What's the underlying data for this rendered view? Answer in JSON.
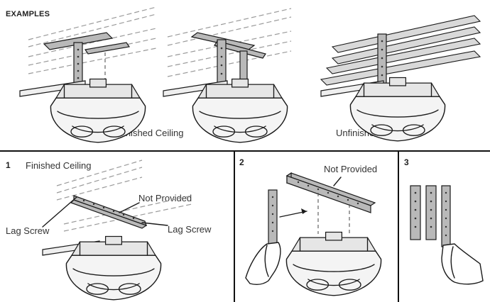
{
  "heading": "EXAMPLES",
  "top_captions": {
    "finished": "Finished Ceiling",
    "unfinished": "Unfinished Ceiling"
  },
  "panels": [
    {
      "number": "1",
      "title": "Finished Ceiling",
      "callouts": {
        "not_provided": "Not Provided",
        "lag_screw_left": "Lag Screw",
        "lag_screw_right": "Lag Screw"
      }
    },
    {
      "number": "2",
      "callouts": {
        "not_provided": "Not Provided"
      }
    },
    {
      "number": "3"
    }
  ]
}
